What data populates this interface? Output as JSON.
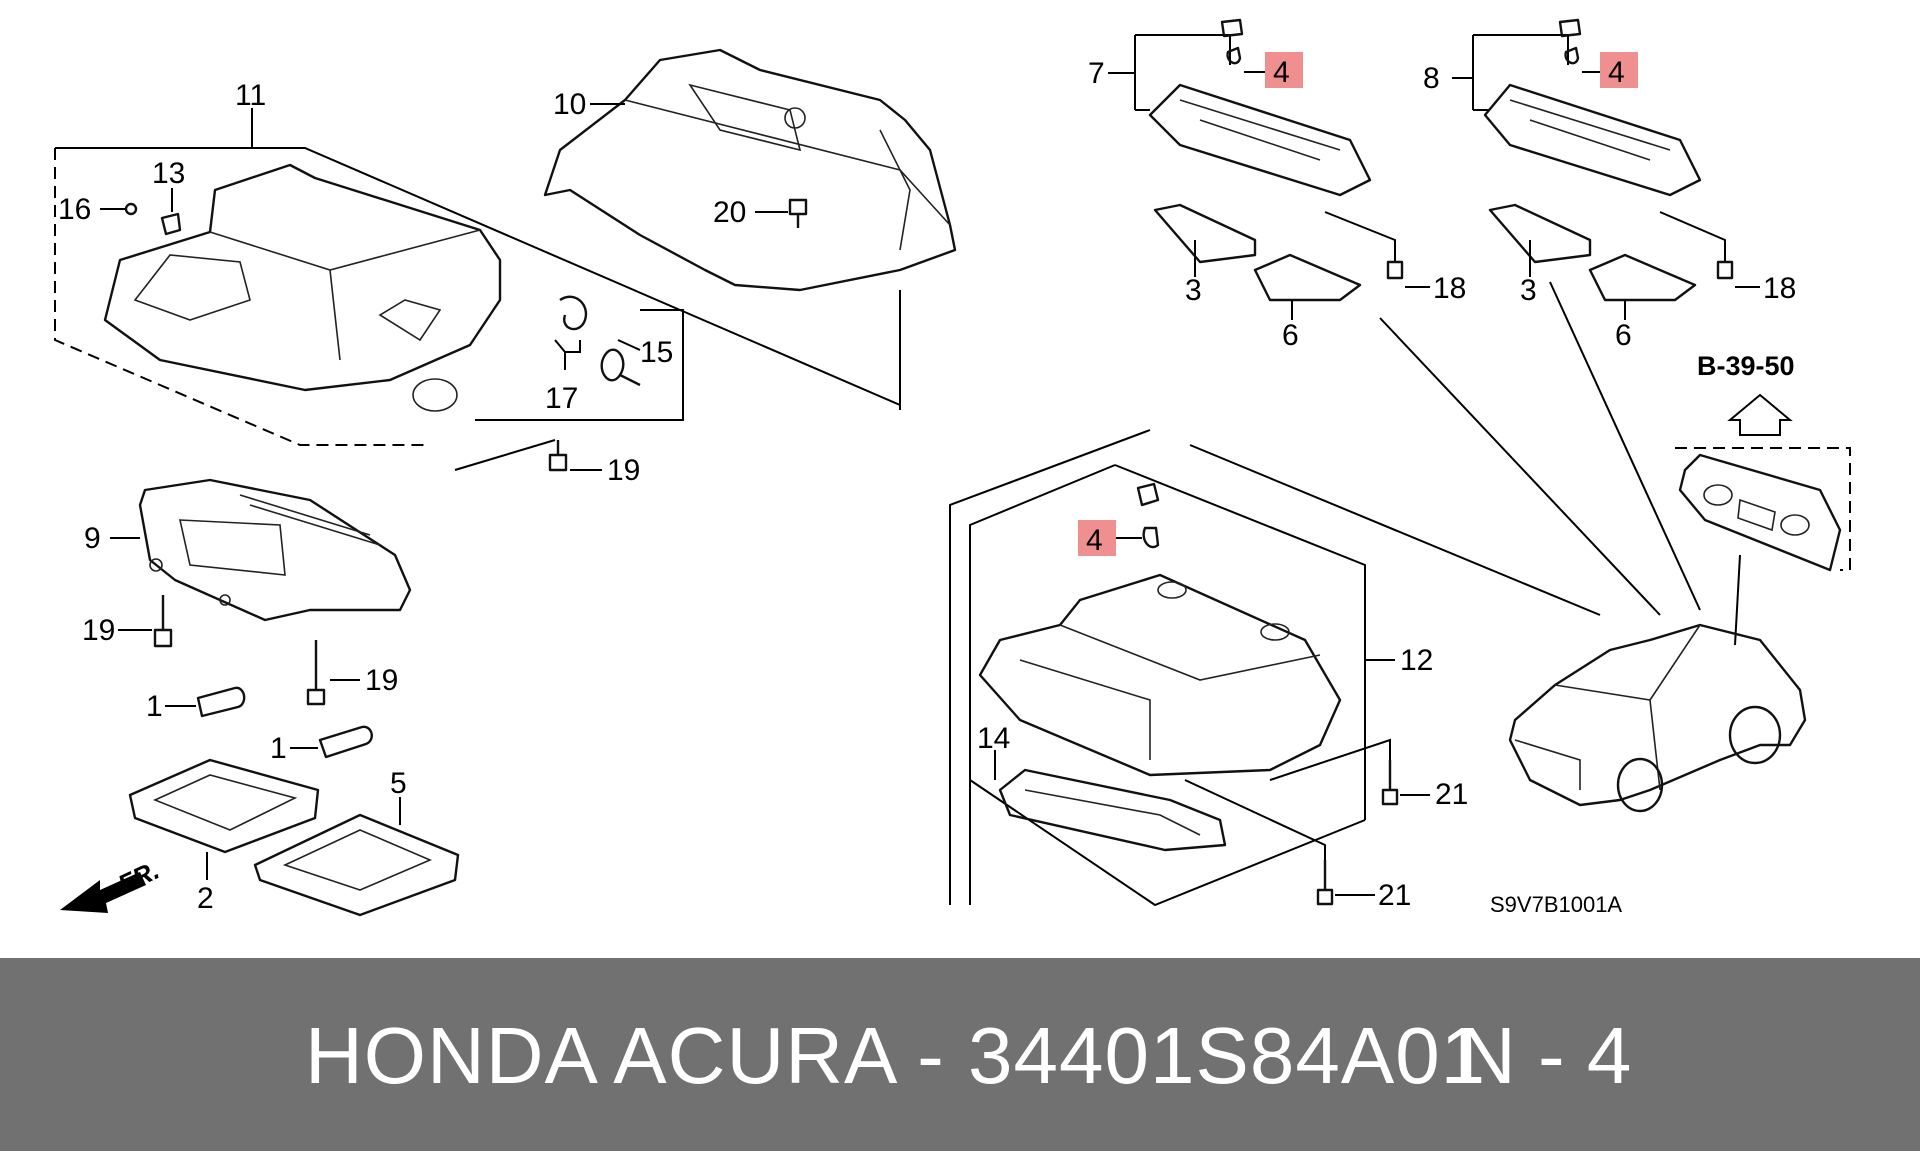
{
  "diagram": {
    "reference_code": "S9V7B1001A",
    "section_ref": "B-39-50",
    "front_marker": "FR.",
    "highlight_color": "#f08f8f",
    "callouts": {
      "c1a": "1",
      "c1b": "1",
      "c2": "2",
      "c3a": "3",
      "c3b": "3",
      "c4a": "4",
      "c4b": "4",
      "c4c": "4",
      "c5": "5",
      "c6a": "6",
      "c6b": "6",
      "c7": "7",
      "c8": "8",
      "c9": "9",
      "c10": "10",
      "c11": "11",
      "c12": "12",
      "c13": "13",
      "c14": "14",
      "c15": "15",
      "c16": "16",
      "c17": "17",
      "c18a": "18",
      "c18b": "18",
      "c19a": "19",
      "c19b": "19",
      "c19c": "19",
      "c20": "20",
      "c21a": "21",
      "c21b": "21"
    }
  },
  "footer": {
    "title": "HONDA ACURA - 34401S84A01",
    "code": "N - 4",
    "background": "#717171",
    "text_color": "#ffffff"
  }
}
